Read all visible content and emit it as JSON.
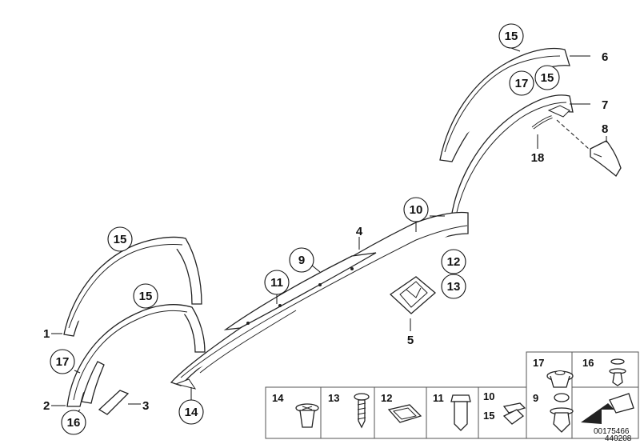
{
  "callouts": {
    "c1": "1",
    "c2": "2",
    "c3": "3",
    "c4": "4",
    "c5": "5",
    "c6": "6",
    "c7": "7",
    "c8": "8",
    "c9": "9",
    "c10": "10",
    "c11": "11",
    "c12": "12",
    "c13": "13",
    "c14": "14",
    "c15a": "15",
    "c15b": "15",
    "c15c": "15",
    "c15d": "15",
    "c16": "16",
    "c17a": "17",
    "c17b": "17",
    "c18": "18"
  },
  "legend": {
    "l17": "17",
    "l16": "16",
    "l14": "14",
    "l13": "13",
    "l12": "12",
    "l11": "11",
    "l10": "10",
    "l15": "15",
    "l9": "9"
  },
  "reference": {
    "code_a": "00175466",
    "code_b": "440208"
  }
}
